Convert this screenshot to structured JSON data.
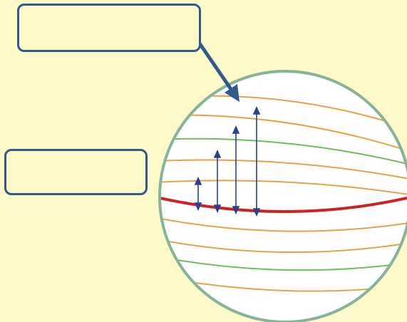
{
  "diagram": {
    "labels": {
      "upper_box": "",
      "left_box": ""
    },
    "colors": {
      "background": "#fdf9c8",
      "globe_fill": "#ffffff",
      "globe_outline": "#86b49a",
      "equator": "#cc2222",
      "orange_parallel": "#e8a244",
      "green_parallel": "#6cbf5a",
      "arrow": "#2c3f8f",
      "box_border": "#2f5a8c"
    },
    "parallels": [
      {
        "id": "parallel-1",
        "color": "orange"
      },
      {
        "id": "parallel-2",
        "color": "orange"
      },
      {
        "id": "parallel-3",
        "color": "green"
      },
      {
        "id": "parallel-4",
        "color": "orange"
      },
      {
        "id": "parallel-5",
        "color": "orange"
      },
      {
        "id": "equator",
        "color": "red"
      },
      {
        "id": "parallel-6",
        "color": "orange"
      },
      {
        "id": "parallel-7",
        "color": "orange"
      },
      {
        "id": "parallel-8",
        "color": "green"
      },
      {
        "id": "parallel-9",
        "color": "orange"
      }
    ]
  }
}
